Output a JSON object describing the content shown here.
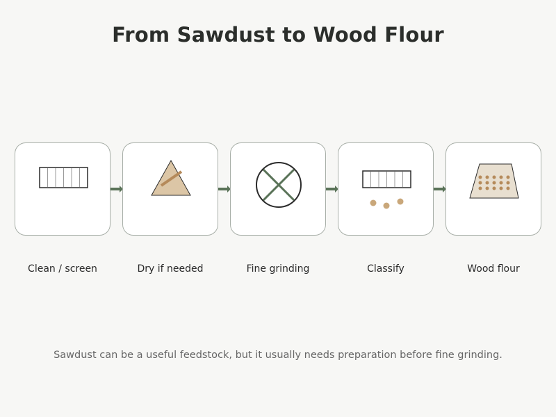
{
  "title": "From Sawdust to Wood Flour",
  "steps": [
    {
      "label": "Clean / screen",
      "icon": "screen-icon"
    },
    {
      "label": "Dry if needed",
      "icon": "drying-pile-icon"
    },
    {
      "label": "Fine grinding",
      "icon": "grinding-mill-icon"
    },
    {
      "label": "Classify",
      "icon": "classifier-icon"
    },
    {
      "label": "Wood flour",
      "icon": "wood-flour-bin-icon"
    }
  ],
  "caption": "Sawdust can be a useful feedstock, but it usually needs preparation before fine grinding.",
  "colors": {
    "background": "#f7f7f5",
    "card_border": "#a8afa8",
    "arrow": "#5a7358",
    "wood_tan": "#dcc6a6",
    "wood_brown": "#b58a5a",
    "grinder_green": "#5a7358",
    "dark_stroke": "#2b2b2b"
  }
}
